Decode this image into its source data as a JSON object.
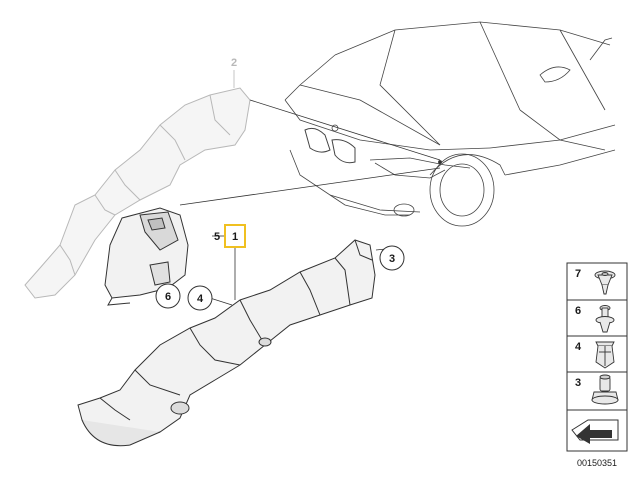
{
  "callouts": {
    "c1": "1",
    "c2": "2",
    "c3": "3",
    "c4": "4",
    "c5": "5",
    "c6": "6"
  },
  "legend": {
    "items": [
      {
        "num": "7",
        "icon": "expanding-rivet-icon"
      },
      {
        "num": "6",
        "icon": "push-pin-icon"
      },
      {
        "num": "4",
        "icon": "spreading-clip-icon"
      },
      {
        "num": "3",
        "icon": "collar-nut-icon"
      }
    ],
    "arrow_icon": "folder-arrow-icon"
  },
  "ref_code": "00150351",
  "colors": {
    "highlight": "#f0c020",
    "line": "#333333",
    "part_fill": "#f2f2f2",
    "faded_line": "#b8b8b8"
  }
}
